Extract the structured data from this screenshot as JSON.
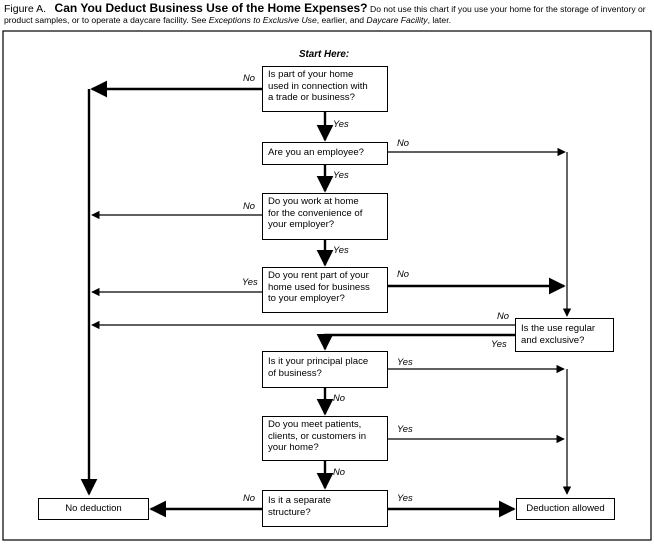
{
  "caption": {
    "figure_label": "Figure A.",
    "title": "Can You Deduct Business Use of the Home Expenses?",
    "note_part1": "Do not use this chart if you use your home for the storage of inventory or product samples, or to operate a daycare facility. See",
    "note_link1": "Exceptions to Exclusive Use",
    "note_part2": ", earlier, and",
    "note_link2": "Daycare Facility",
    "note_part3": ", later."
  },
  "start_label": "Start Here:",
  "boxes": {
    "q1": "Is part of your home\nused in connection with\na trade or business?",
    "q2": "Are you an employee?",
    "q3": "Do you work at home\nfor the convenience of\nyour employer?",
    "q4": "Do you rent part of your\nhome used for business\nto your employer?",
    "q5": "Is the use regular\nand exclusive?",
    "q6": "Is it your principal place\nof business?",
    "q7": "Do you meet patients,\nclients, or customers in\nyour home?",
    "q8": "Is it a separate\nstructure?",
    "no_deduction": "No deduction",
    "deduction_allowed": "Deduction allowed"
  },
  "labels": {
    "q1_no": "No",
    "q1_yes": "Yes",
    "q2_no": "No",
    "q2_yes": "Yes",
    "q3_no": "No",
    "q3_yes": "Yes",
    "q4_yes": "Yes",
    "q4_no": "No",
    "q5_no": "No",
    "q5_yes": "Yes",
    "q6_yes": "Yes",
    "q6_no": "No",
    "q7_yes": "Yes",
    "q7_no": "No",
    "q8_no": "No",
    "q8_yes": "Yes"
  }
}
